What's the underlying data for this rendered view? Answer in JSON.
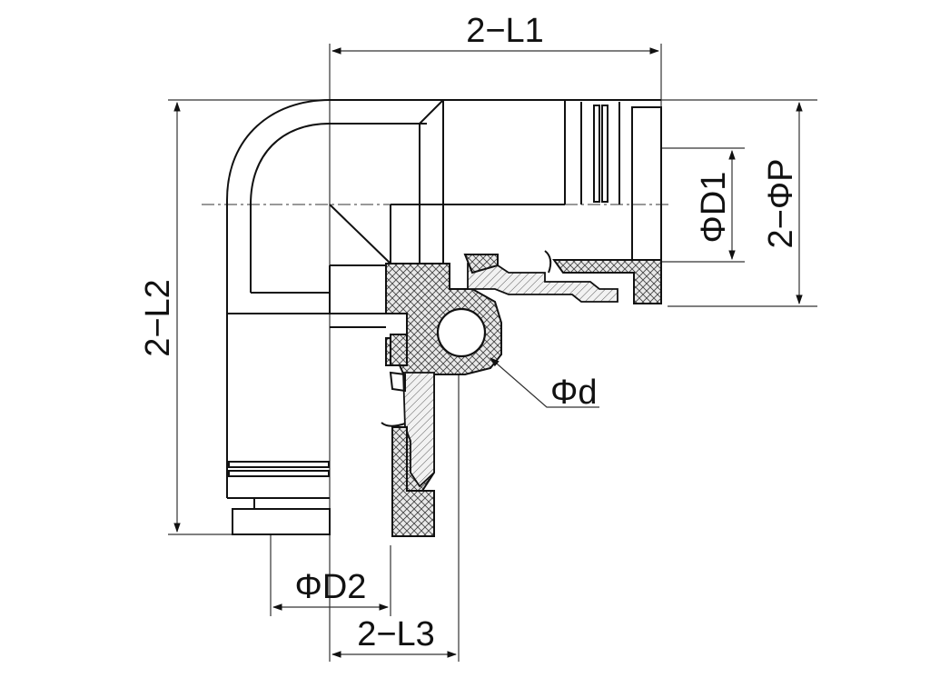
{
  "drawing": {
    "labels": {
      "l1": "2−L1",
      "l2": "2−L2",
      "l3": "2−L3",
      "d1": "ΦD1",
      "p": "2−ΦP",
      "d2": "ΦD2",
      "d": "Φd"
    }
  }
}
